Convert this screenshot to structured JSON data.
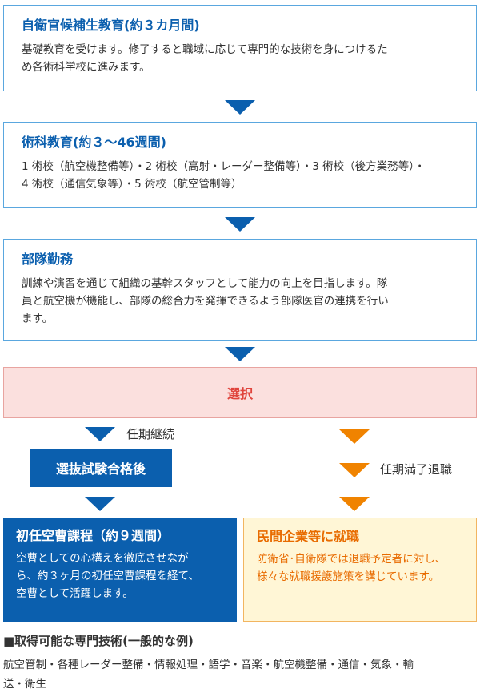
{
  "steps": [
    {
      "title": "自衛官候補生教育(約３カ月間)",
      "text": "基礎教育を受けます。修了すると職域に応じて専門的な技術を身につけるた\nめ各術科学校に進みます。"
    },
    {
      "title": "術科教育(約３～46週間)",
      "text": "1 術校（航空機整備等）・2 術校（高射・レーダー整備等）・3 術校（後方業務等）・\n4 術校（通信気象等）・5 術校（航空管制等）"
    },
    {
      "title": "部隊勤務",
      "text": "訓練や演習を通じて組織の基幹スタッフとして能力の向上を目指します。隊\n員と航空機が機能し、部隊の総合力を発揮できるよう部隊医官の連携を行い\nます。"
    }
  ],
  "select_label": "選択",
  "continue_label": "任期継続",
  "exam_pass_label": "選抜試験合格後",
  "retire_label": "任期満了退職",
  "sergeant_course": {
    "title": "初任空曹課程（約９週間）",
    "text": "空曹としての心構えを徹底させなが\nら、約３ヶ月の初任空曹課程を経て、\n空曹として活躍します。"
  },
  "civilian_job": {
    "title": "民間企業等に就職",
    "text": "防衛省･自衛隊では退職予定者に対し、\n様々な就職援護施策を講じています。"
  },
  "skills": {
    "title": "■取得可能な専門技術(一般的な例)",
    "text": "航空管制・各種レーダー整備・情報処理・語学・音楽・航空機整備・通信・気象・輸\n送・衛生"
  },
  "colors": {
    "blue": "#0b5fae",
    "orange": "#f08300",
    "select_red": "#e0443c"
  }
}
